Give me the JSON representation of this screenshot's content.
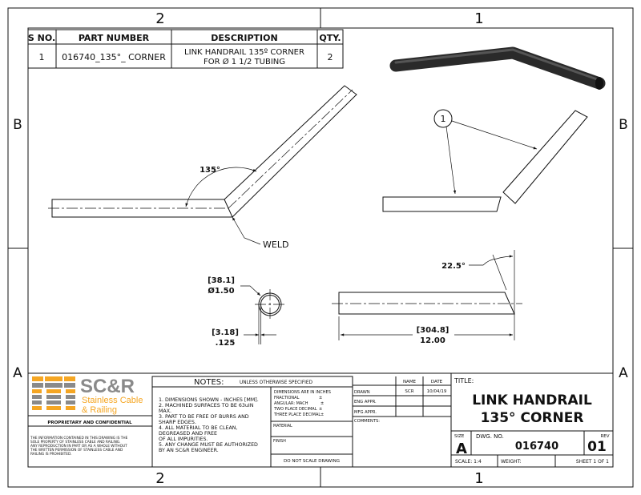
{
  "zones": {
    "top": [
      "2",
      "1"
    ],
    "bottom": [
      "2",
      "1"
    ],
    "left": [
      "B",
      "A"
    ],
    "right": [
      "B",
      "A"
    ]
  },
  "bom": {
    "headers": [
      "S NO.",
      "PART NUMBER",
      "DESCRIPTION",
      "QTY."
    ],
    "rows": [
      {
        "sno": "1",
        "part_number": "016740_135°_ CORNER",
        "description_line1": "LINK HANDRAIL 135º CORNER",
        "description_line2": "FOR Ø 1 1/2 TUBING",
        "qty": "2"
      }
    ]
  },
  "views": {
    "angle_label": "135°",
    "weld_label": "WELD",
    "balloon": "1",
    "diameter_mm": "[38.1]",
    "diameter_in": "Ø1.50",
    "wall_mm": "[3.18]",
    "wall_in": ".125",
    "length_mm": "[304.8]",
    "length_in": "12.00",
    "cut_angle": "22.5°"
  },
  "logo": {
    "brand": "SC&R",
    "line1": "Stainless Cable",
    "line2": "& Railing",
    "orange": "#f5a623",
    "gray": "#8a8a8a"
  },
  "proprietary": {
    "heading": "PROPRIETARY AND CONFIDENTIAL",
    "lines": [
      "THE INFORMATION CONTAINED IN THIS DRAWING IS THE",
      "SOLE PROPERTY OF STAINLESS CABLE AND RAILING.",
      "ANY REPRODUCTION IN PART OR AS A WHOLE WITHOUT",
      "THE WRITTEN PERMISSION OF STAINLESS CABLE AND",
      "RAILING IS PROHIBITED."
    ]
  },
  "notes": {
    "heading": "NOTES:",
    "subheading": "UNLESS OTHERWISE SPECIFIED",
    "lines": [
      "1. DIMENSIONS SHOWN - INCHES [MM].",
      "2. MACHINED SURFACES TO BE 63uIN",
      "MAX.",
      "3. PART TO BE FREE OF BURRS AND",
      "SHARP EDGES.",
      "4. ALL MATERIAL TO BE CLEAN,",
      "DEGREASED AND FREE",
      "OF ALL IMPURITIES.",
      "5. ANY CHANGE MUST BE AUTHORIZED",
      "BY AN SC&R ENGINEER."
    ]
  },
  "tolerances": {
    "lines": [
      "DIMENSIONS ARE IN INCHES",
      "FRACTIONAL",
      "ANGULAR: MACH",
      "TWO PLACE DECIMAL",
      "THREE PLACE DECIMAL"
    ],
    "pm": "±",
    "material": "MATERIAL",
    "finish": "FINISH",
    "no_scale": "DO NOT SCALE DRAWING"
  },
  "approvals": {
    "name_header": "NAME",
    "date_header": "DATE",
    "rows": [
      {
        "label": "DRAWN",
        "name": "SCR",
        "date": "10/04/19"
      },
      {
        "label": "ENG APPR.",
        "name": "",
        "date": ""
      },
      {
        "label": "MFG APPR.",
        "name": "",
        "date": ""
      }
    ],
    "comments": "COMMENTS:"
  },
  "title_block": {
    "title_label": "TITLE:",
    "title_line1": "LINK HANDRAIL",
    "title_line2": "135° CORNER",
    "size_label": "SIZE",
    "size": "A",
    "dwg_label": "DWG.  NO.",
    "dwg_no": "016740",
    "rev_label": "REV",
    "rev": "01",
    "scale": "SCALE: 1:4",
    "weight": "WEIGHT:",
    "sheet": "SHEET 1 OF 1"
  }
}
